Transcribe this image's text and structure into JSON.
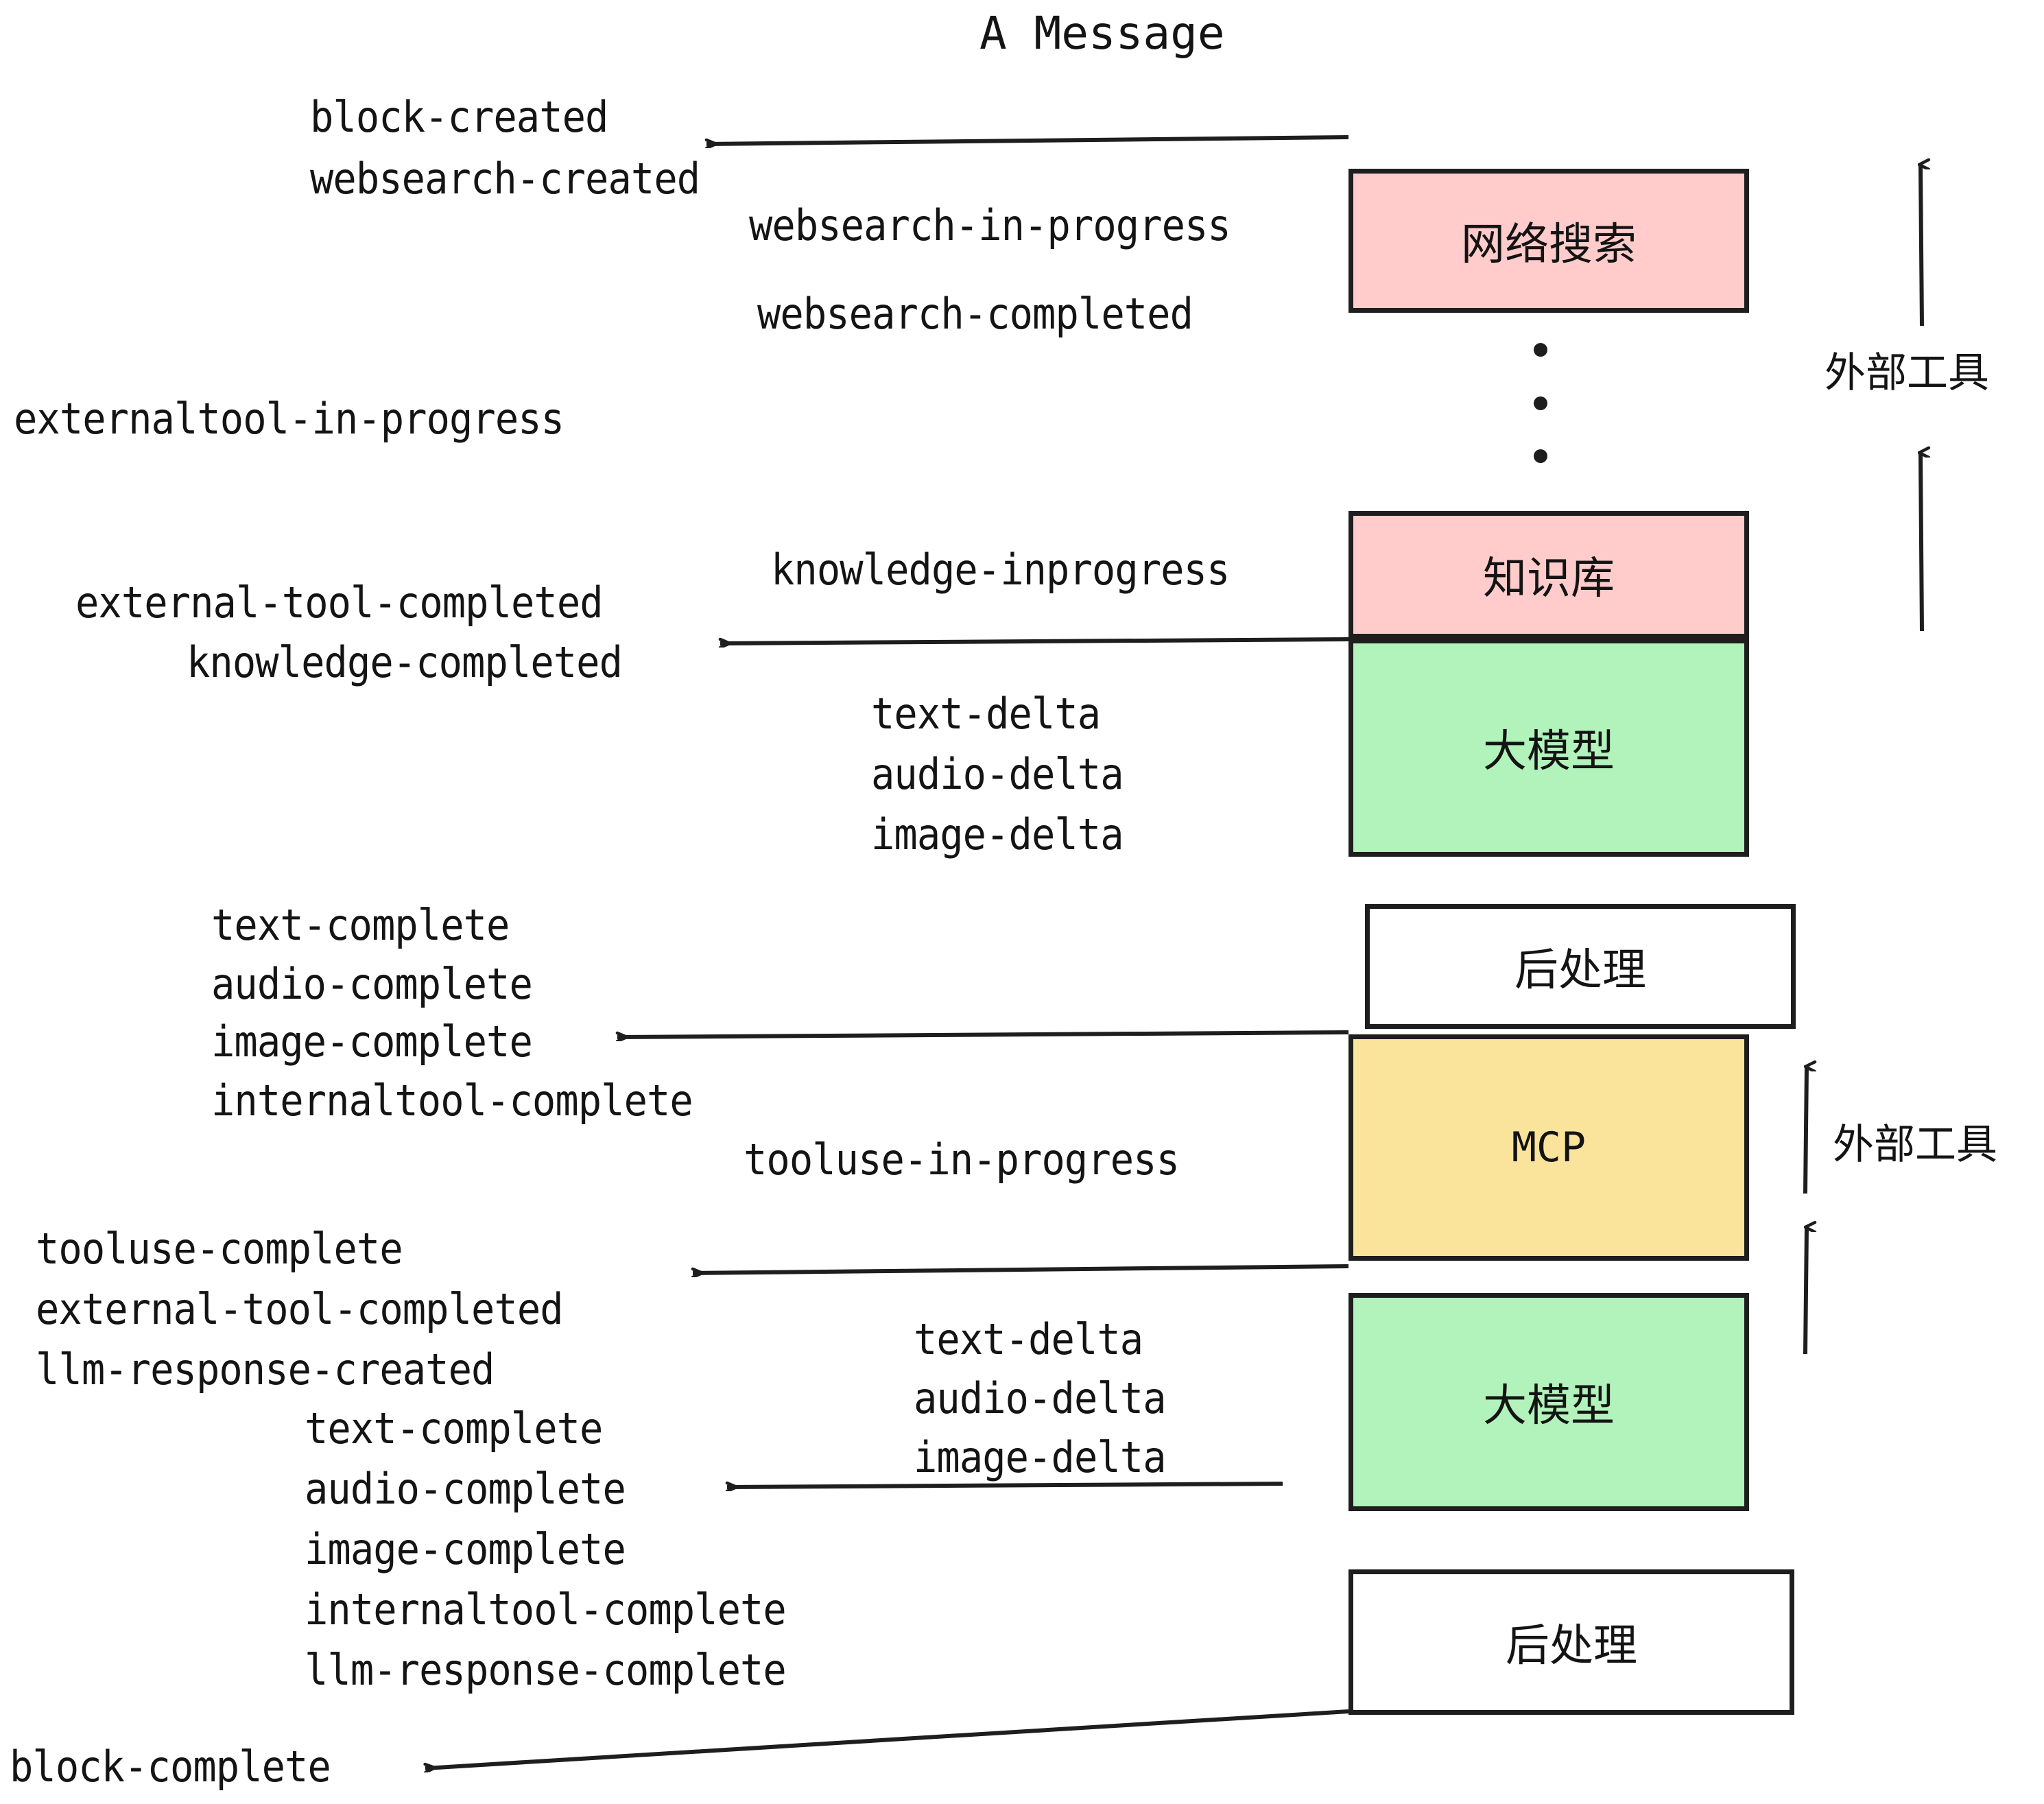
{
  "title": "A Message",
  "colors": {
    "pink": "#FFCCCB",
    "green": "#B2F2BB",
    "yellow": "#FAE49C",
    "white": "#FFFFFF",
    "stroke": "#1E1E1E",
    "text": "#141414"
  },
  "boxes": [
    {
      "id": "websearch",
      "label": "网络搜索",
      "fill": "#FFCCCB"
    },
    {
      "id": "knowledge",
      "label": "知识库",
      "fill": "#FFCCCB"
    },
    {
      "id": "llm-1",
      "label": "大模型",
      "fill": "#B2F2BB"
    },
    {
      "id": "postprocess-1",
      "label": "后处理",
      "fill": "#FFFFFF"
    },
    {
      "id": "mcp",
      "label": "MCP",
      "fill": "#FAE49C"
    },
    {
      "id": "llm-2",
      "label": "大模型",
      "fill": "#B2F2BB"
    },
    {
      "id": "postprocess-2",
      "label": "后处理",
      "fill": "#FFFFFF"
    }
  ],
  "side_labels": [
    {
      "id": "external-tool-top",
      "label": "外部工具"
    },
    {
      "id": "external-tool-bottom",
      "label": "外部工具"
    }
  ],
  "events": {
    "block_created": "block-created",
    "websearch_created": "websearch-created",
    "websearch_in_progress": "websearch-in-progress",
    "websearch_completed": "websearch-completed",
    "externaltool_in_progress": "externaltool-in-progress",
    "knowledge_inprogress": "knowledge-inprogress",
    "external_tool_completed_1": "external-tool-completed",
    "knowledge_completed": "knowledge-completed",
    "text_delta_1": "text-delta",
    "audio_delta_1": "audio-delta",
    "image_delta_1": "image-delta",
    "text_complete_1": "text-complete",
    "audio_complete_1": "audio-complete",
    "image_complete_1": "image-complete",
    "internaltool_complete_1": "internaltool-complete",
    "tooluse_in_progress": "tooluse-in-progress",
    "tooluse_complete": "tooluse-complete",
    "external_tool_completed_2": "external-tool-completed",
    "llm_response_created": "llm-response-created",
    "text_delta_2": "text-delta",
    "audio_delta_2": "audio-delta",
    "image_delta_2": "image-delta",
    "text_complete_2": "text-complete",
    "audio_complete_2": "audio-complete",
    "image_complete_2": "image-complete",
    "internaltool_complete_2": "internaltool-complete",
    "llm_response_complete": "llm-response-complete",
    "block_complete": "block-complete"
  }
}
